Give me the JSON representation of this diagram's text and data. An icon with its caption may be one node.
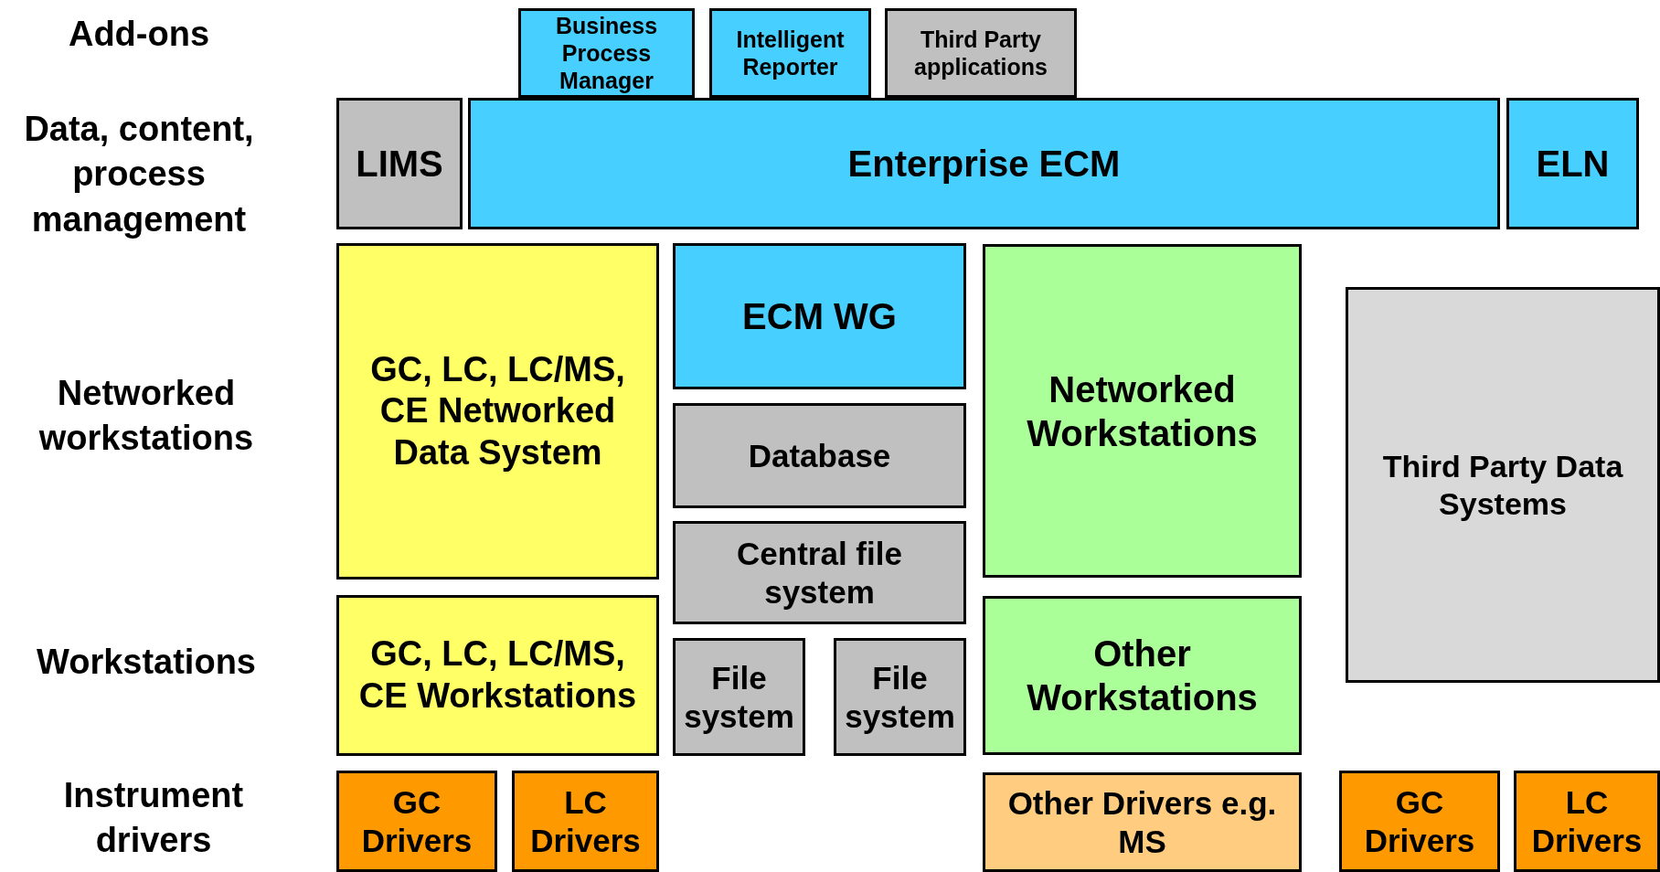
{
  "diagram": {
    "nodes": [
      {
        "text": [
          "Business Process Manager"
        ]
      },
      {
        "text": [
          "Intelligent Reporter"
        ]
      },
      {
        "text": [
          "Third Party applications"
        ]
      },
      {
        "text": [
          "LIMS"
        ]
      },
      {
        "text": [
          "Enterprise ECM"
        ]
      },
      {
        "text": [
          "ELN"
        ]
      },
      {
        "text": [
          "GC, LC, LC/MS, CE Networked Data System"
        ]
      },
      {
        "text": [
          "ECM WG"
        ]
      },
      {
        "text": [
          "Networked Workstations"
        ]
      },
      {
        "text": [
          "Third Party Data Systems"
        ]
      },
      {
        "text": [
          "Database"
        ]
      },
      {
        "text": [
          "Central file system"
        ]
      },
      {
        "text": [
          "GC, LC, LC/MS, CE Workstations"
        ]
      },
      {
        "text": [
          "File system"
        ]
      },
      {
        "text": [
          "File system"
        ]
      },
      {
        "text": [
          "Other Workstations"
        ]
      },
      {
        "text": [
          "GC Drivers"
        ]
      },
      {
        "text": [
          "LC Drivers"
        ]
      },
      {
        "text": [
          "Other Drivers e.g. MS"
        ]
      },
      {
        "text": [
          "GC Drivers"
        ]
      },
      {
        "text": [
          "LC Drivers"
        ]
      }
    ],
    "labels": [
      "Add-ons",
      "Data, content, process management",
      "Networked workstations",
      "Workstations",
      "Instrument drivers"
    ]
  }
}
